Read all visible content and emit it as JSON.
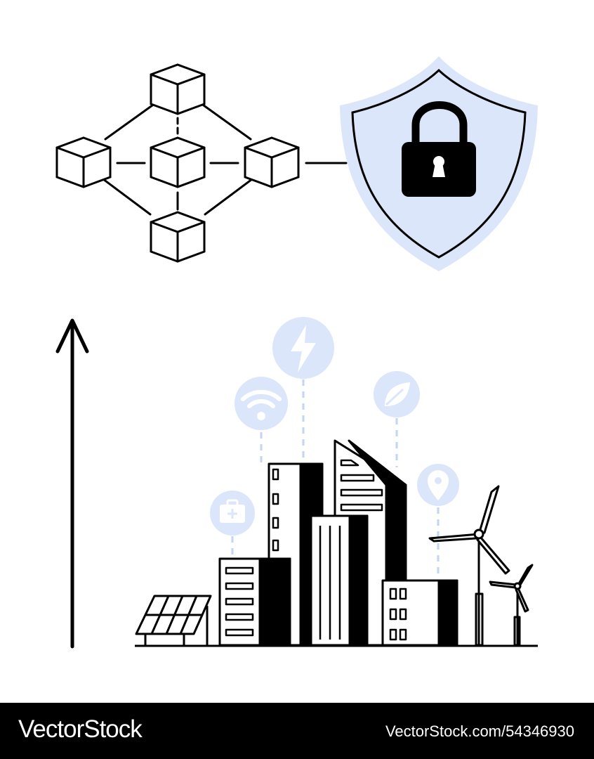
{
  "illustration": {
    "subjects": [
      "blockchain-network",
      "security-shield",
      "growth-arrow",
      "smart-city"
    ],
    "icons": [
      "cube-icon",
      "padlock-icon",
      "lightning-icon",
      "wifi-icon",
      "leaf-icon",
      "location-pin-icon",
      "medical-case-icon",
      "solar-panel-icon",
      "wind-turbine-icon"
    ],
    "colors": {
      "line": "#000000",
      "accent": "#dce6fa",
      "accent_dashed": "#c4d4f2",
      "background": "#ffffff"
    }
  },
  "footer": {
    "brand": "VectorStock",
    "image_id": "VectorStock.com/54346930",
    "background": "#000000",
    "text_color": "#ffffff"
  }
}
